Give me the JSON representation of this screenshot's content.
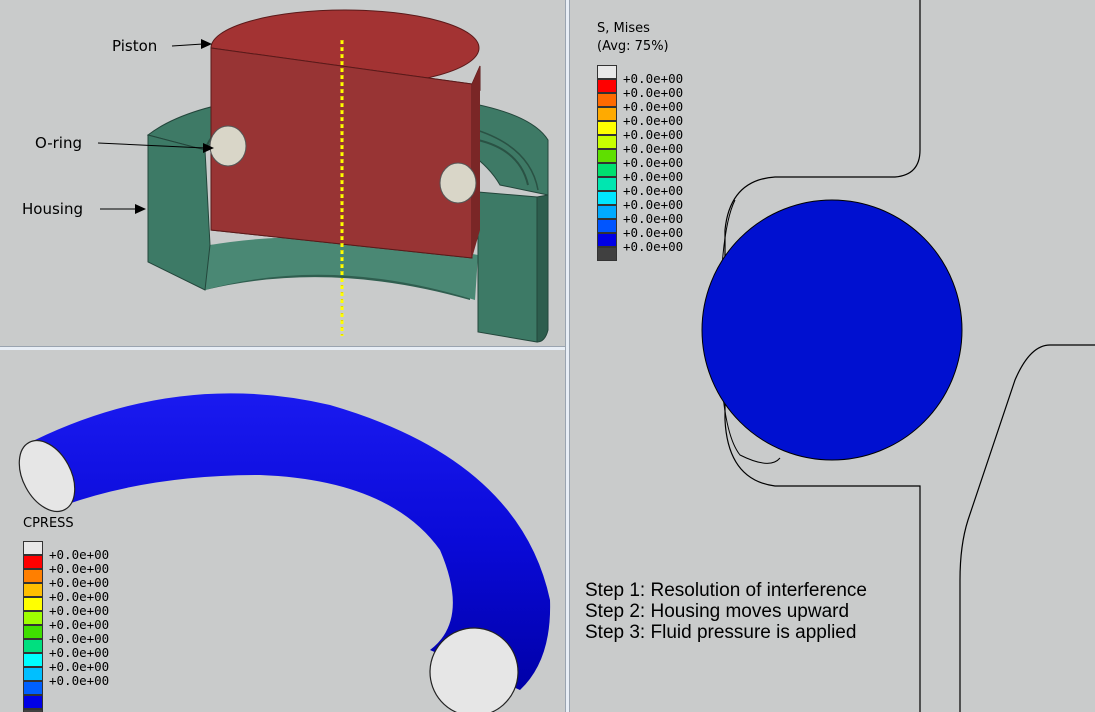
{
  "assembly_view": {
    "labels": {
      "piston": "Piston",
      "oring": "O-ring",
      "housing": "Housing"
    }
  },
  "cpress_view": {
    "legend_title": "CPRESS",
    "legend_colors": [
      "#e8e8e8",
      "#ff0000",
      "#ff7f00",
      "#ffbf00",
      "#ffff00",
      "#9fff00",
      "#3fdf00",
      "#00df7f",
      "#00ffff",
      "#00bfff",
      "#0060ff",
      "#0000e6",
      "#404040"
    ],
    "legend_values": [
      "+0.0e+00",
      "+0.0e+00",
      "+0.0e+00",
      "+0.0e+00",
      "+0.0e+00",
      "+0.0e+00",
      "+0.0e+00",
      "+0.0e+00",
      "+0.0e+00",
      "+0.0e+00"
    ]
  },
  "mises_view": {
    "legend_title_1": "S, Mises",
    "legend_title_2": "(Avg: 75%)",
    "legend_colors": [
      "#e8e8e8",
      "#ff0000",
      "#ff6a00",
      "#ffaa00",
      "#ffff00",
      "#c8ff00",
      "#5fdf00",
      "#00e070",
      "#00e6b0",
      "#00e6ff",
      "#00aaff",
      "#0055ff",
      "#0000e6",
      "#404040"
    ],
    "legend_values": [
      "+0.0e+00",
      "+0.0e+00",
      "+0.0e+00",
      "+0.0e+00",
      "+0.0e+00",
      "+0.0e+00",
      "+0.0e+00",
      "+0.0e+00",
      "+0.0e+00",
      "+0.0e+00",
      "+0.0e+00",
      "+0.0e+00",
      "+0.0e+00"
    ],
    "steps": [
      "Step 1: Resolution of interference",
      "Step 2: Housing moves upward",
      "Step 3: Fluid pressure is applied"
    ]
  },
  "colors": {
    "piston": "#a33333",
    "housing": "#3d7a66",
    "oring_section": "#d9d6c8",
    "contour": "#0010d0",
    "axis": "#ffff00"
  }
}
